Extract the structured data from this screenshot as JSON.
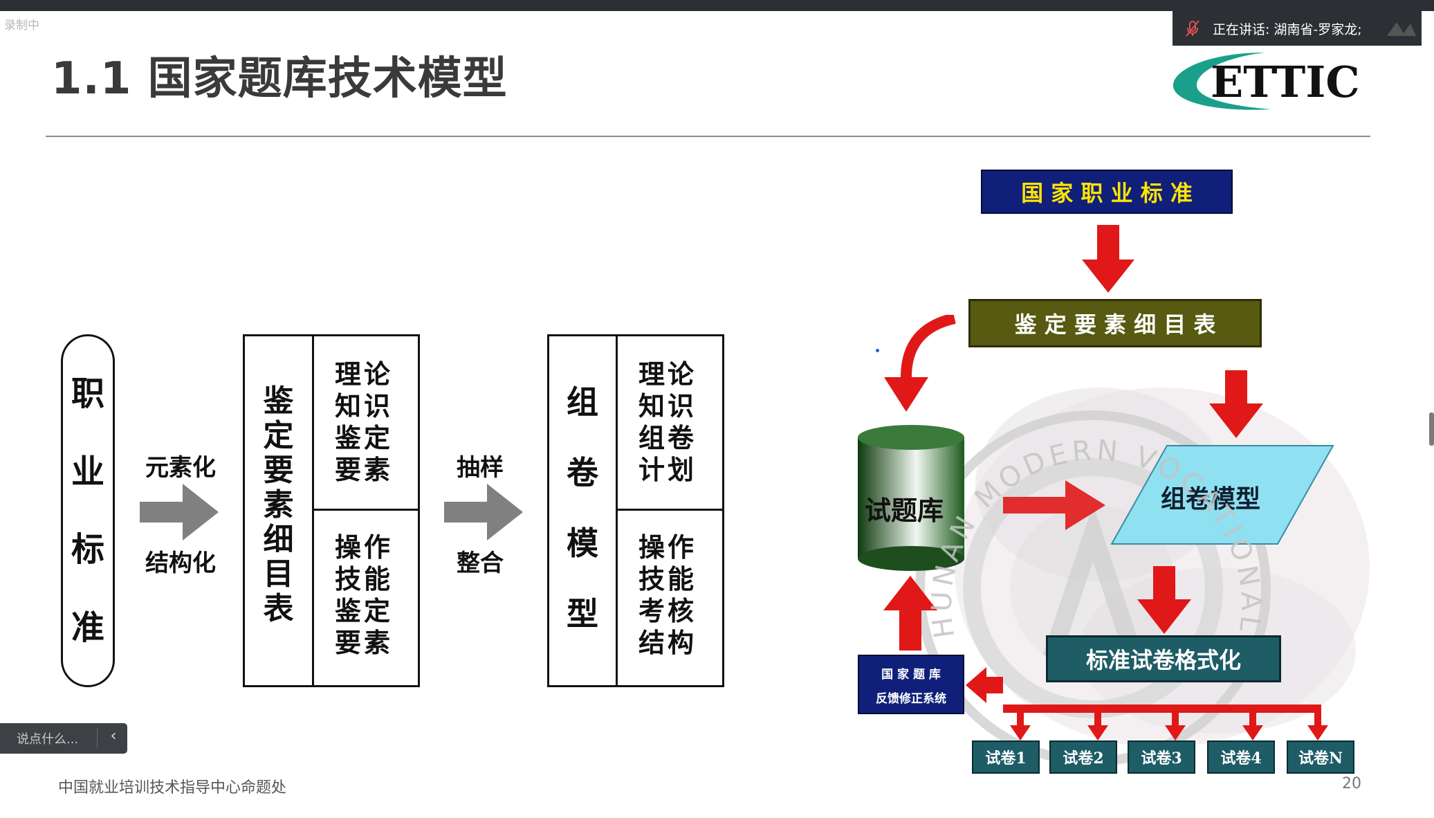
{
  "recording_label": "录制中",
  "speaking": {
    "text": "正在讲话:  湖南省-罗家龙;"
  },
  "slide": {
    "title": "1.1 国家题库技术模型",
    "logo_text": "ETTIC",
    "footer": "中国就业培训技术指导中心命题处",
    "page_number": "20"
  },
  "left_diagram": {
    "pill": [
      "职",
      "业",
      "标",
      "准"
    ],
    "arrow1": {
      "top": "元素化",
      "bottom": "结构化"
    },
    "box1": {
      "left": [
        "鉴",
        "定",
        "要",
        "素",
        "细",
        "目",
        "表"
      ],
      "top_right": [
        "理论",
        "知识",
        "鉴定",
        "要素"
      ],
      "bottom_right": [
        "操作",
        "技能",
        "鉴定",
        "要素"
      ]
    },
    "arrow2": {
      "top": "抽样",
      "bottom": "整合"
    },
    "box2": {
      "left": [
        "组",
        "卷",
        "模",
        "型"
      ],
      "top_right": [
        "理论",
        "知识",
        "组卷",
        "计划"
      ],
      "bottom_right": [
        "操作",
        "技能",
        "考核",
        "结构"
      ]
    }
  },
  "right_diagram": {
    "national_standard": "国 家 职 业 标 准",
    "element_table": "鉴 定 要 素 细 目 表",
    "question_bank": "试题库",
    "model": "组卷模型",
    "format": "标准试卷格式化",
    "feedback": [
      "国 家 题 库",
      "反馈修正系统"
    ],
    "papers": [
      "试卷1",
      "试卷2",
      "试卷3",
      "试卷4",
      "试卷N"
    ],
    "watermark": "HUNAN MODERN VOCATIONAL SCHOOL"
  },
  "chat": {
    "placeholder": "说点什么..."
  },
  "colors": {
    "navy": "#10207a",
    "olive": "#5a5a10",
    "teal": "#1f5f68",
    "cyan": "#8fe0f0",
    "arrow_red": "#e01818"
  }
}
